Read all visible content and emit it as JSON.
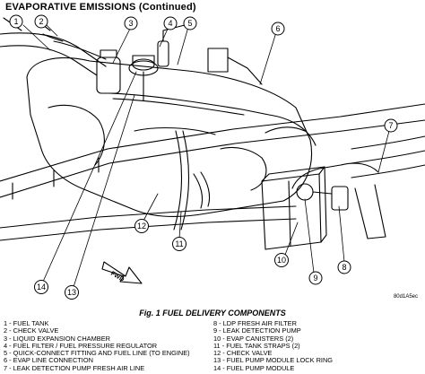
{
  "header": {
    "title": "EVAPORATIVE EMISSIONS",
    "suffix": "(Continued)"
  },
  "callouts": [
    "1",
    "2",
    "3",
    "4",
    "5",
    "6",
    "7",
    "8",
    "9",
    "10",
    "11",
    "12",
    "13",
    "14"
  ],
  "direction_label": "FWD",
  "figure_code": "80d1A5ec",
  "caption": "Fig. 1 FUEL DELIVERY COMPONENTS",
  "legend_left": [
    "1 - FUEL TANK",
    "2 - CHECK VALVE",
    "3 - LIQUID EXPANSION CHAMBER",
    "4 - FUEL FILTER / FUEL PRESSURE REGULATOR",
    "5 - QUICK-CONNECT FITTING AND FUEL LINE (TO ENGINE)",
    "6 - EVAP LINE CONNECTION",
    "7 - LEAK DETECTION PUMP FRESH AIR LINE"
  ],
  "legend_right": [
    "8 - LDP FRESH AIR FILTER",
    "9 - LEAK DETECTION PUMP",
    "10 - EVAP CANISTERS (2)",
    "11 - FUEL TANK STRAPS (2)",
    "12 - CHECK VALVE",
    "13 - FUEL PUMP MODULE LOCK RING",
    "14 - FUEL PUMP MODULE"
  ]
}
